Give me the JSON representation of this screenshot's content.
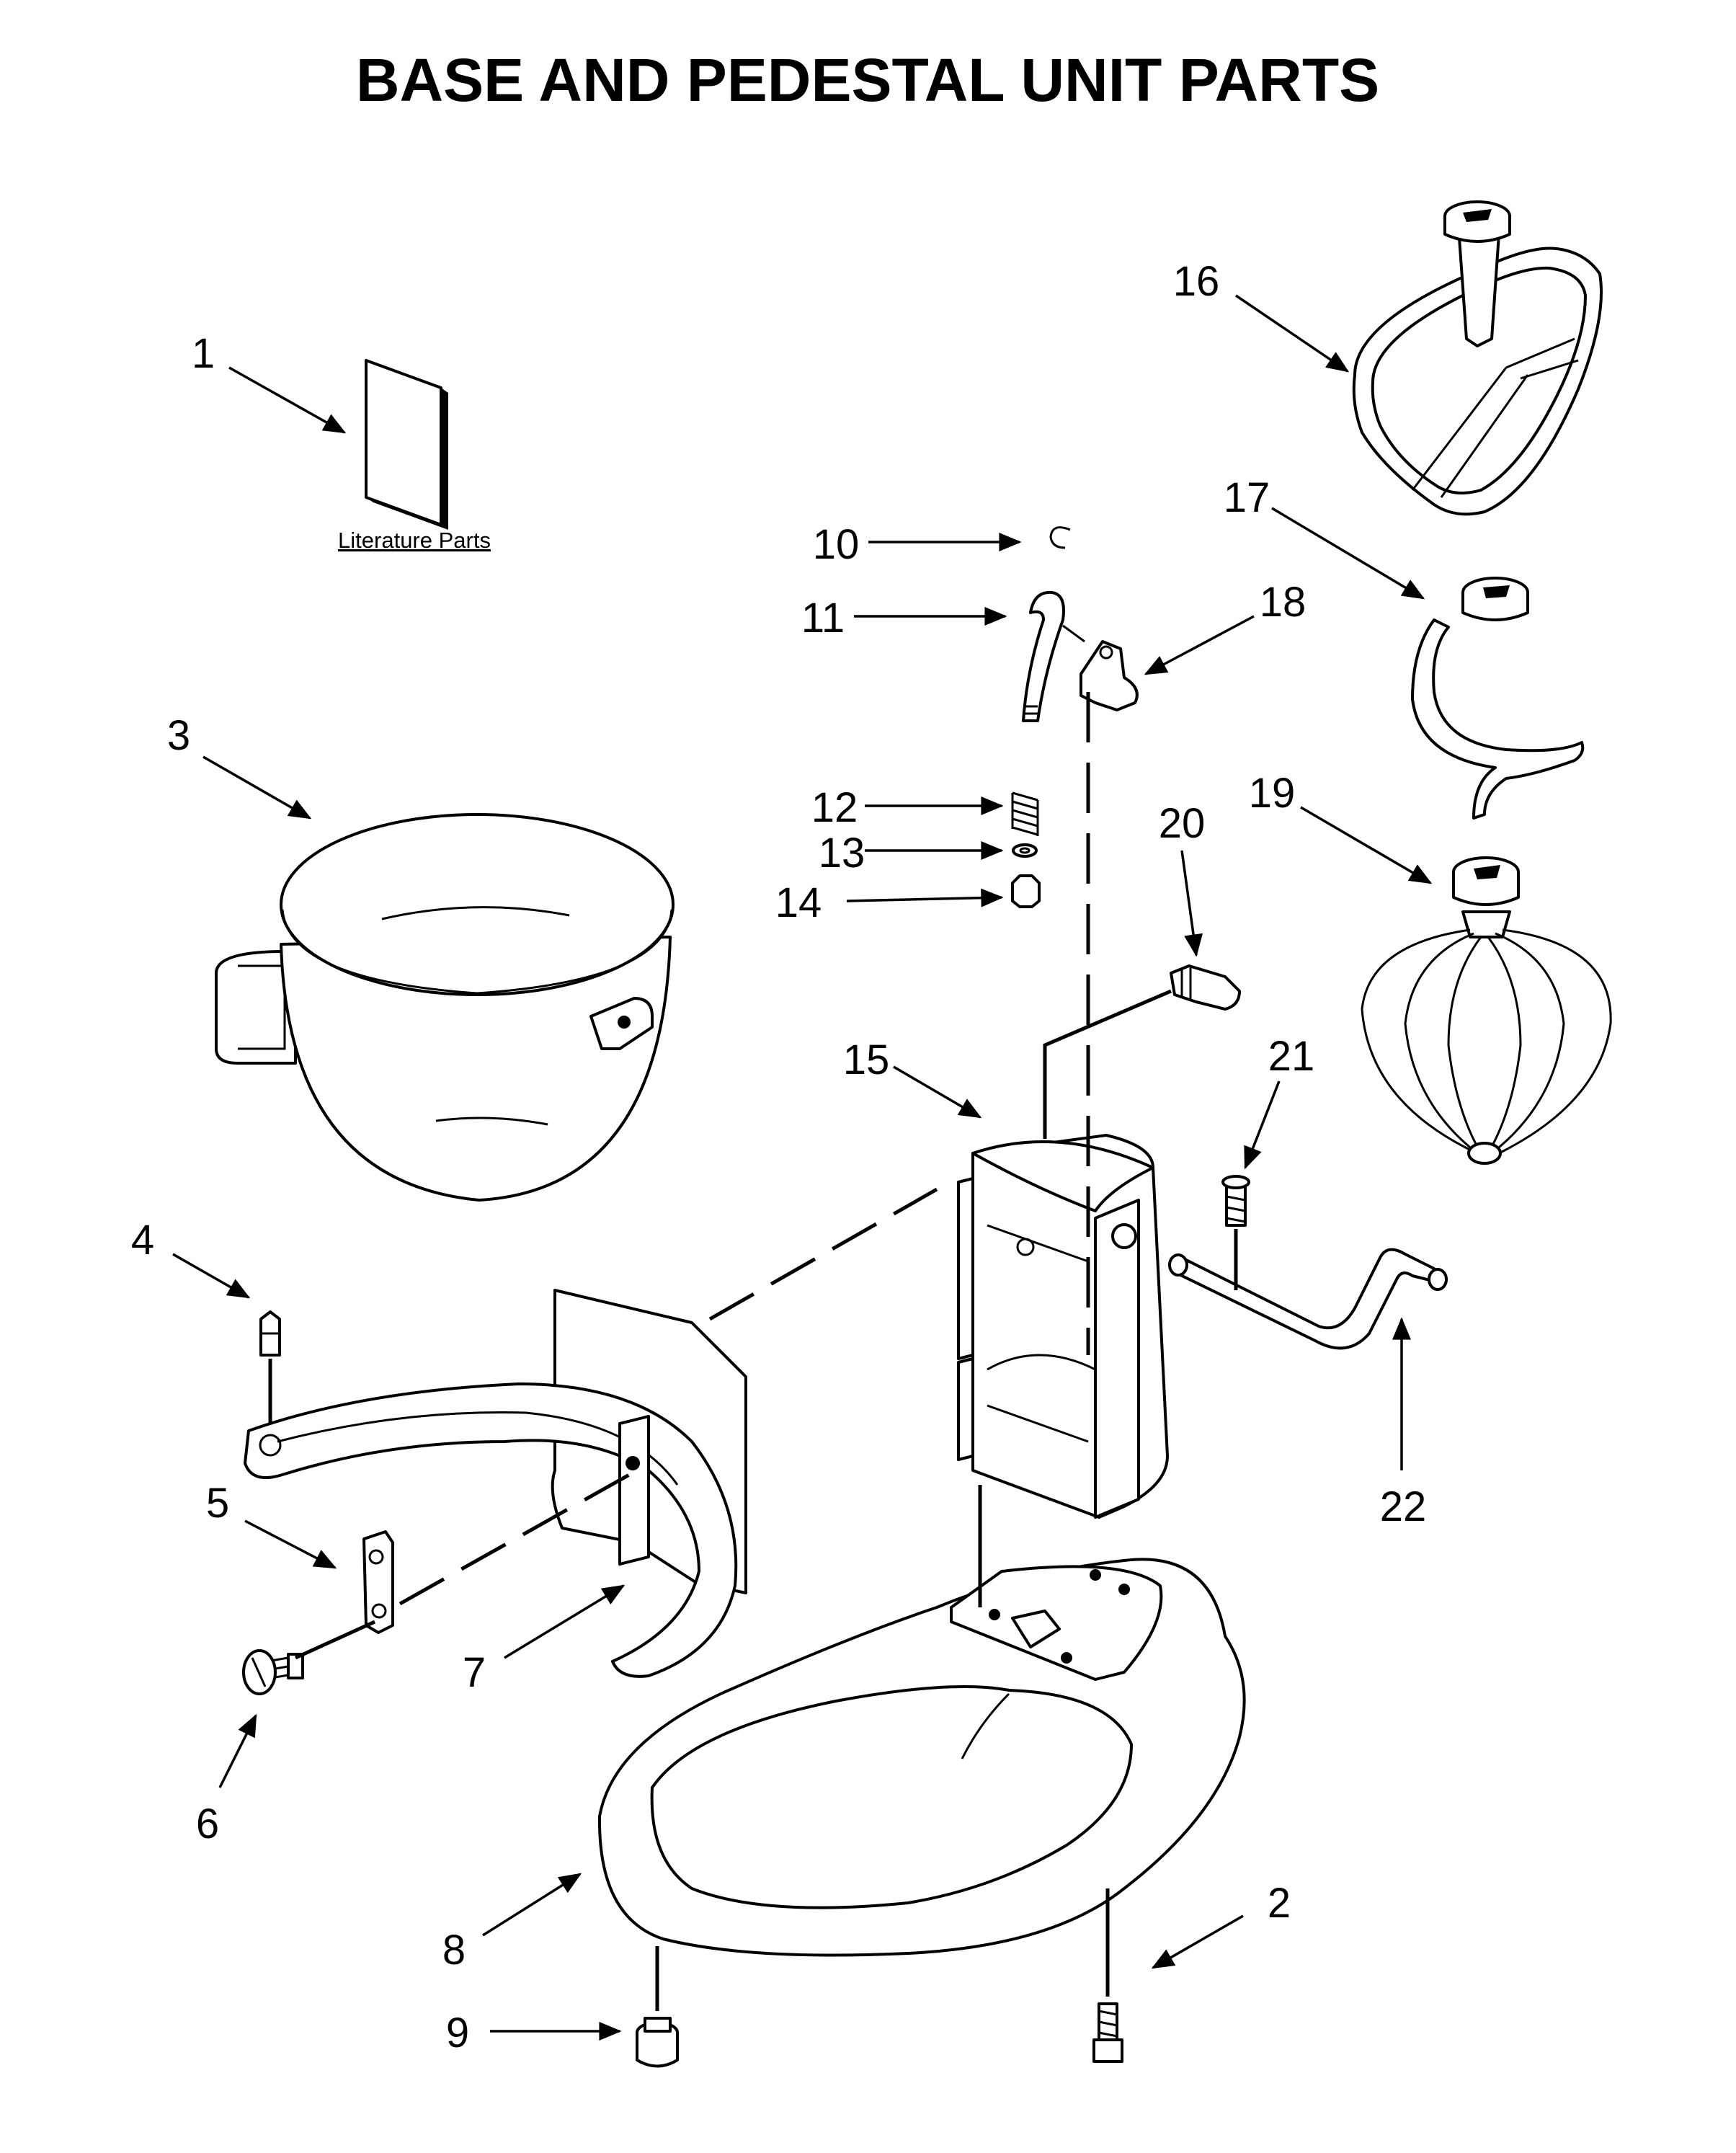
{
  "title": "BASE AND PEDESTAL UNIT PARTS",
  "literature_label": "Literature Parts",
  "callouts": [
    "1",
    "2",
    "3",
    "4",
    "5",
    "6",
    "7",
    "8",
    "9",
    "10",
    "11",
    "12",
    "13",
    "14",
    "15",
    "16",
    "17",
    "18",
    "19",
    "20",
    "21",
    "22"
  ]
}
